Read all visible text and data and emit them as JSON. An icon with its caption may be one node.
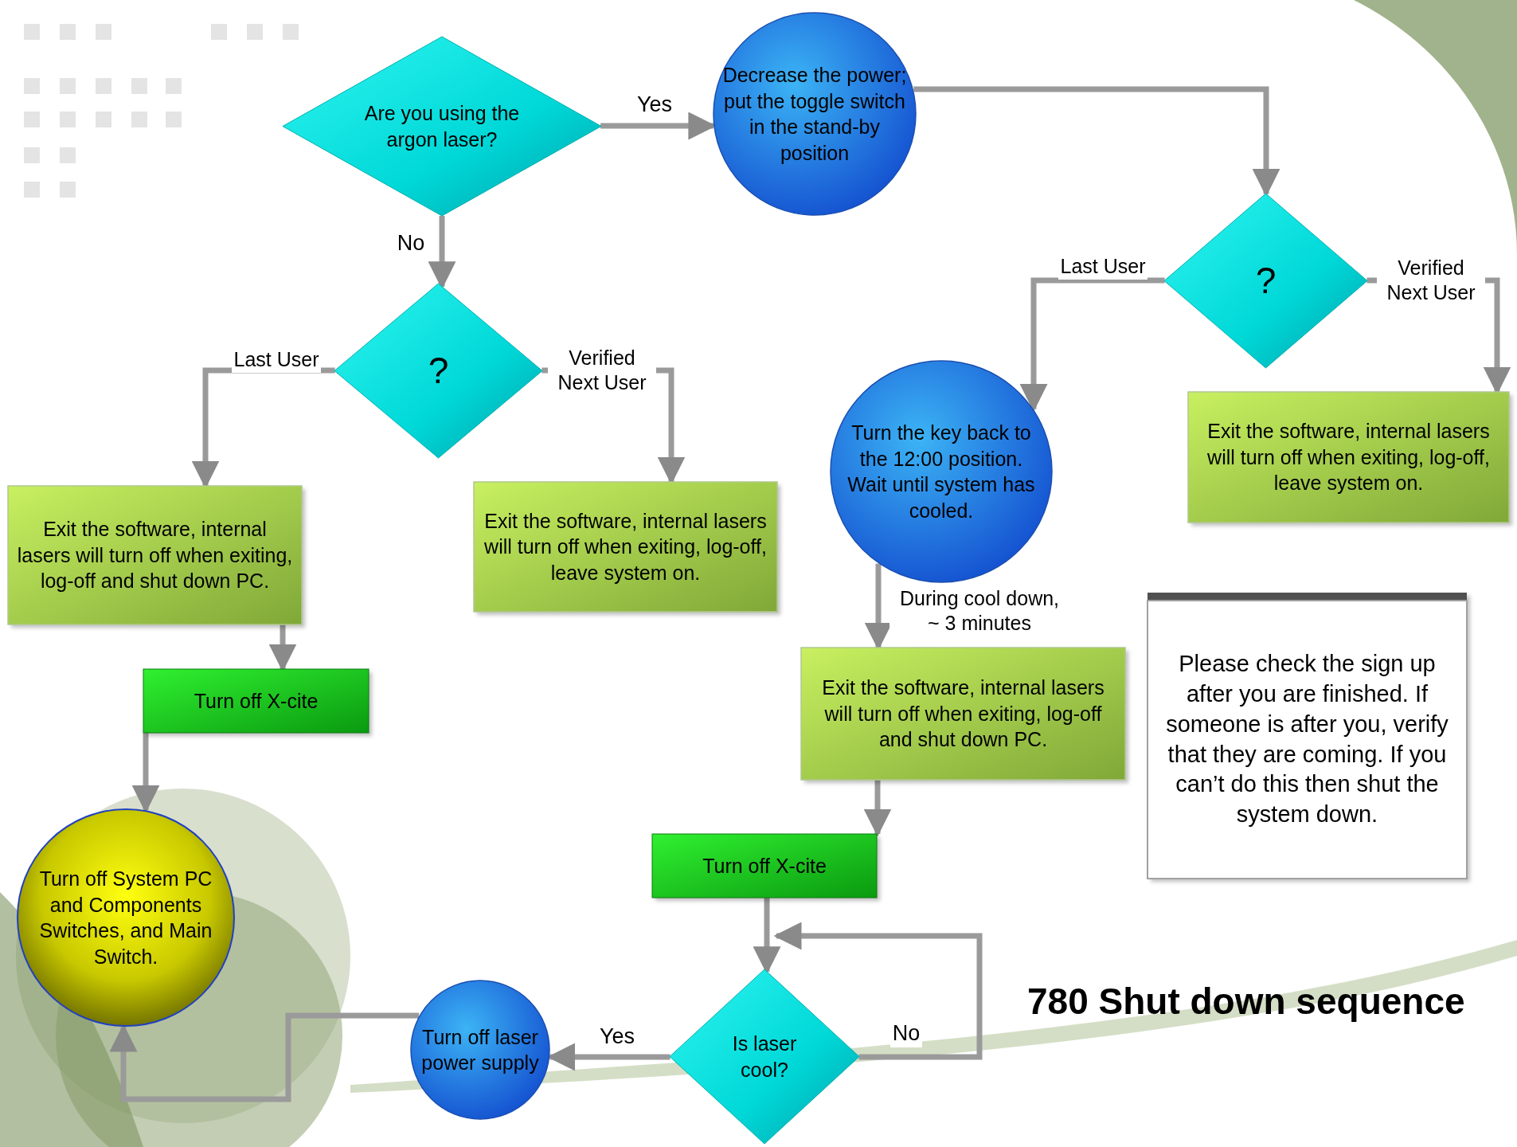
{
  "diagram": {
    "title": "780 Shut down sequence",
    "nodes": [
      {
        "text": [
          "Are you using the argon laser?"
        ]
      },
      {
        "text": [
          "Decrease the power; put the toggle switch in the stand-by position"
        ]
      },
      {
        "text": [
          "?"
        ]
      },
      {
        "text": [
          "Exit the software, internal lasers will turn off when exiting, log-off and shut down PC."
        ]
      },
      {
        "text": [
          "Exit the software, internal lasers will turn off when exiting, log-off, leave system on."
        ]
      },
      {
        "text": [
          "Turn off X-cite"
        ]
      },
      {
        "text": [
          "Turn off System PC and Components Switches, and Main Switch."
        ]
      },
      {
        "text": [
          "?"
        ]
      },
      {
        "text": [
          "Turn the key back to the 12:00 position. Wait until system has cooled."
        ]
      },
      {
        "text": [
          "Exit the software, internal lasers will turn off when exiting, log-off, leave system on."
        ]
      },
      {
        "text": [
          "Exit the software, internal lasers will turn off when exiting, log-off and shut down PC."
        ]
      },
      {
        "text": [
          "Turn off X-cite"
        ]
      },
      {
        "text": [
          "Is laser cool?"
        ]
      },
      {
        "text": [
          "Turn off laser power supply"
        ]
      },
      {
        "text": [
          "Please check the sign up after you are finished. If someone is after you, verify that they are coming. If you can’t do this then shut the system down."
        ]
      }
    ],
    "edges": [
      {
        "from": 0,
        "to": 1,
        "arrow": "to",
        "label": "Yes"
      },
      {
        "from": 0,
        "to": 2,
        "arrow": "to",
        "label": "No"
      },
      {
        "from": 2,
        "to": 3,
        "arrow": "to",
        "label": "Last User"
      },
      {
        "from": 2,
        "to": 4,
        "arrow": "to",
        "label": "Verified Next User"
      },
      {
        "from": 1,
        "to": 7,
        "arrow": "to"
      },
      {
        "from": 7,
        "to": 8,
        "arrow": "to",
        "label": "Last User"
      },
      {
        "from": 7,
        "to": 9,
        "arrow": "to",
        "label": "Verified Next User"
      },
      {
        "from": 3,
        "to": 5,
        "arrow": "to"
      },
      {
        "from": 5,
        "to": 6,
        "arrow": "to"
      },
      {
        "from": 8,
        "to": 10,
        "arrow": "to",
        "label": "During cool down, ~ 3 minutes"
      },
      {
        "from": 10,
        "to": 11,
        "arrow": "to"
      },
      {
        "from": 11,
        "to": 12,
        "arrow": "to"
      },
      {
        "from": 12,
        "to": 12,
        "arrow": "to",
        "label": "No"
      },
      {
        "from": 12,
        "to": 13,
        "arrow": "to",
        "label": "Yes"
      },
      {
        "from": 13,
        "to": 6,
        "arrow": "to"
      }
    ]
  }
}
